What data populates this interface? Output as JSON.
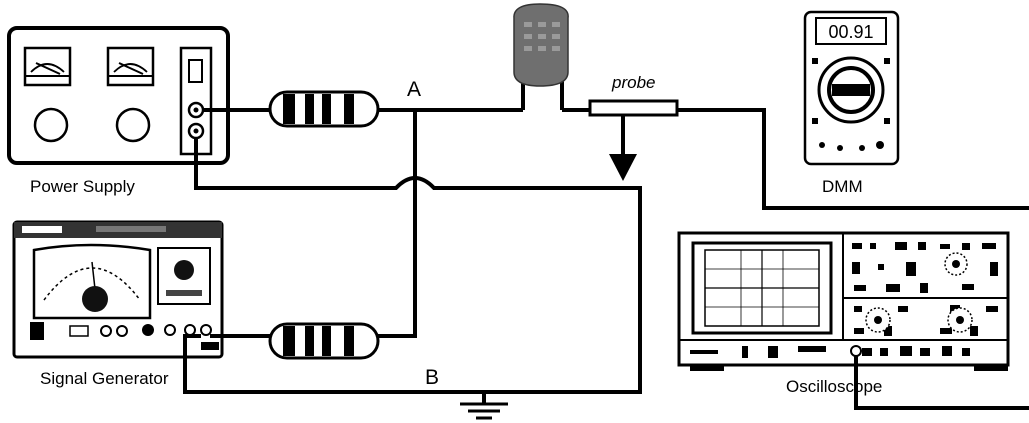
{
  "labels": {
    "power_supply": "Power Supply",
    "signal_generator": "Signal Generator",
    "oscilloscope": "Oscilloscope",
    "dmm": "DMM",
    "probe": "probe",
    "node_a": "A",
    "node_b": "B",
    "dmm_display": "00.91"
  },
  "colors": {
    "line": "#000000",
    "capacitor": "#6f6f6f",
    "device_fill": "#ffffff",
    "dark": "#222222"
  }
}
